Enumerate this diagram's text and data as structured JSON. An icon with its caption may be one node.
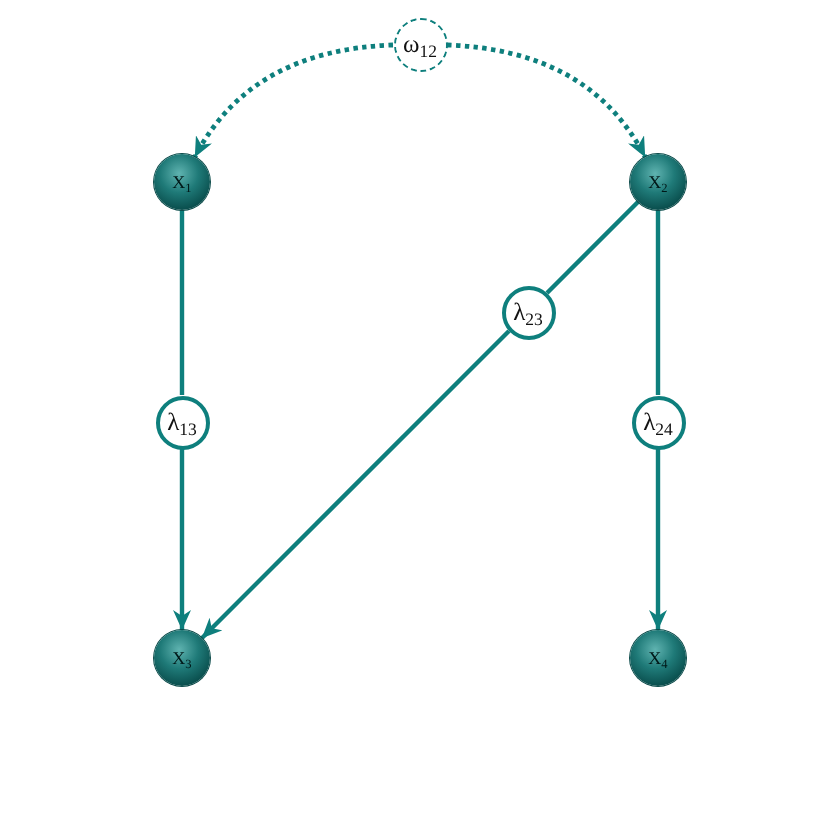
{
  "diagram": {
    "nodes": [
      {
        "text": [
          "ω$_{12}$"
        ]
      },
      {
        "text": [
          "X$_{1}$"
        ]
      },
      {
        "text": [
          "X$_{2}$"
        ]
      },
      {
        "text": [
          "λ$_{23}$"
        ]
      },
      {
        "text": [
          "λ$_{13}$"
        ]
      },
      {
        "text": [
          "λ$_{24}$"
        ]
      },
      {
        "text": [
          "X$_{3}$"
        ]
      },
      {
        "text": [
          "X$_{4}$"
        ]
      }
    ],
    "edges": [
      {
        "from": 0,
        "to": 1,
        "arrow": "to",
        "style": "dashed"
      },
      {
        "from": 0,
        "to": 2,
        "arrow": "to",
        "style": "dashed"
      },
      {
        "from": 1,
        "to": 4,
        "arrow": "none"
      },
      {
        "from": 4,
        "to": 6,
        "arrow": "to"
      },
      {
        "from": 2,
        "to": 3,
        "arrow": "none"
      },
      {
        "from": 3,
        "to": 6,
        "arrow": "to"
      },
      {
        "from": 2,
        "to": 5,
        "arrow": "none"
      },
      {
        "from": 5,
        "to": 7,
        "arrow": "to"
      }
    ]
  }
}
